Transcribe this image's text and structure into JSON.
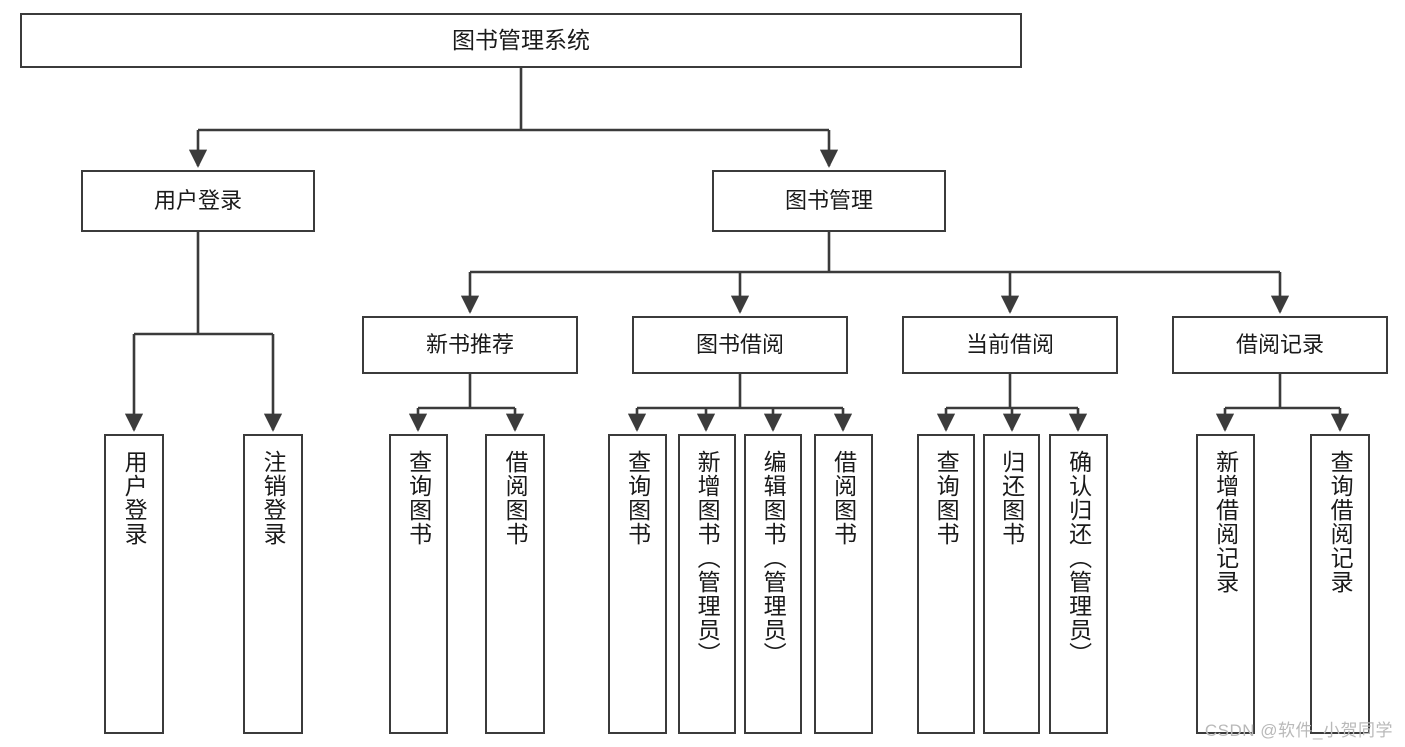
{
  "diagram": {
    "title": "图书管理系统",
    "watermark": "CSDN @软件_小贺同学",
    "line_color": "#3b3b3b",
    "text_color": "#1a1a1a",
    "background": "#ffffff",
    "watermark_color": "#b9b9b9",
    "type": "tree",
    "levels": 4,
    "nodes": {
      "root": {
        "label": "图书管理系统"
      },
      "level2": [
        {
          "label": "用户登录"
        },
        {
          "label": "图书管理"
        }
      ],
      "level3": [
        {
          "label": "新书推荐"
        },
        {
          "label": "图书借阅"
        },
        {
          "label": "当前借阅"
        },
        {
          "label": "借阅记录"
        }
      ],
      "leaves": {
        "user_login": [
          {
            "label": "用户登录"
          },
          {
            "label": "注销登录"
          }
        ],
        "new_book": [
          {
            "label": "查询图书"
          },
          {
            "label": "借阅图书"
          }
        ],
        "borrow_book": [
          {
            "label": "查询图书"
          },
          {
            "label": "新增图书（管理员）"
          },
          {
            "label": "编辑图书（管理员）"
          },
          {
            "label": "借阅图书"
          }
        ],
        "current_borrow": [
          {
            "label": "查询图书"
          },
          {
            "label": "归还图书"
          },
          {
            "label": "确认归还（管理员）"
          }
        ],
        "borrow_record": [
          {
            "label": "新增借阅记录"
          },
          {
            "label": "查询借阅记录"
          }
        ]
      }
    }
  }
}
